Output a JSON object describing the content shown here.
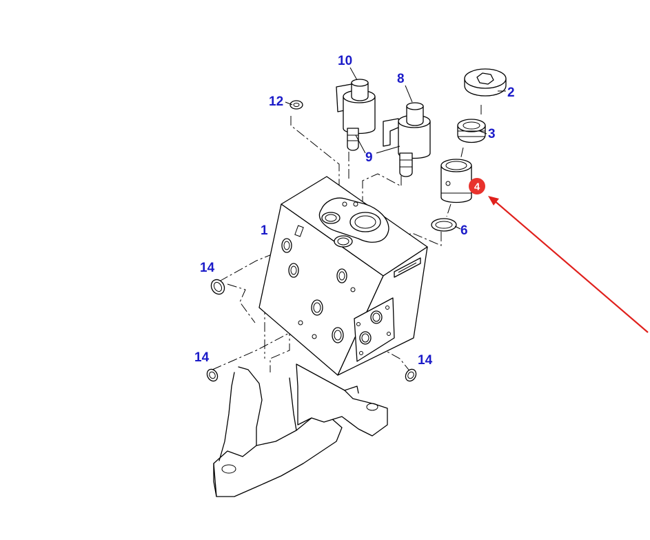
{
  "colors": {
    "callout_text": "#1a1ac8",
    "line_art": "#000000",
    "highlight_badge": "#e8322c",
    "highlight_arrow": "#e0201c",
    "badge_text": "#ffffff"
  },
  "callouts": {
    "c1": "1",
    "c2": "2",
    "c3": "3",
    "c6": "6",
    "c8": "8",
    "c9": "9",
    "c10": "10",
    "c12": "12",
    "c14a": "14",
    "c14b": "14",
    "c14c": "14"
  },
  "highlight": {
    "label": "4"
  }
}
